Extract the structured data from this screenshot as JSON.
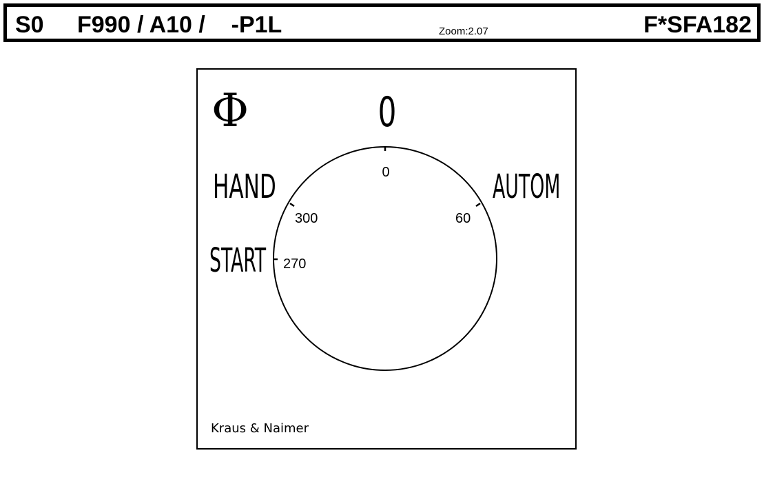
{
  "header": {
    "series": "S0",
    "code": "F990 / A10 /    -P1L",
    "zoom": "Zoom:2.07",
    "part_number": "F*SFA182"
  },
  "plate": {
    "symbol": "Φ",
    "top_label": "0",
    "positions": [
      {
        "label": "HAND",
        "angle": "300"
      },
      {
        "label": "AUTOM",
        "angle": "60"
      },
      {
        "label": "START",
        "angle": "270"
      }
    ],
    "zero_angle": "0",
    "manufacturer": "Kraus & Naimer"
  }
}
